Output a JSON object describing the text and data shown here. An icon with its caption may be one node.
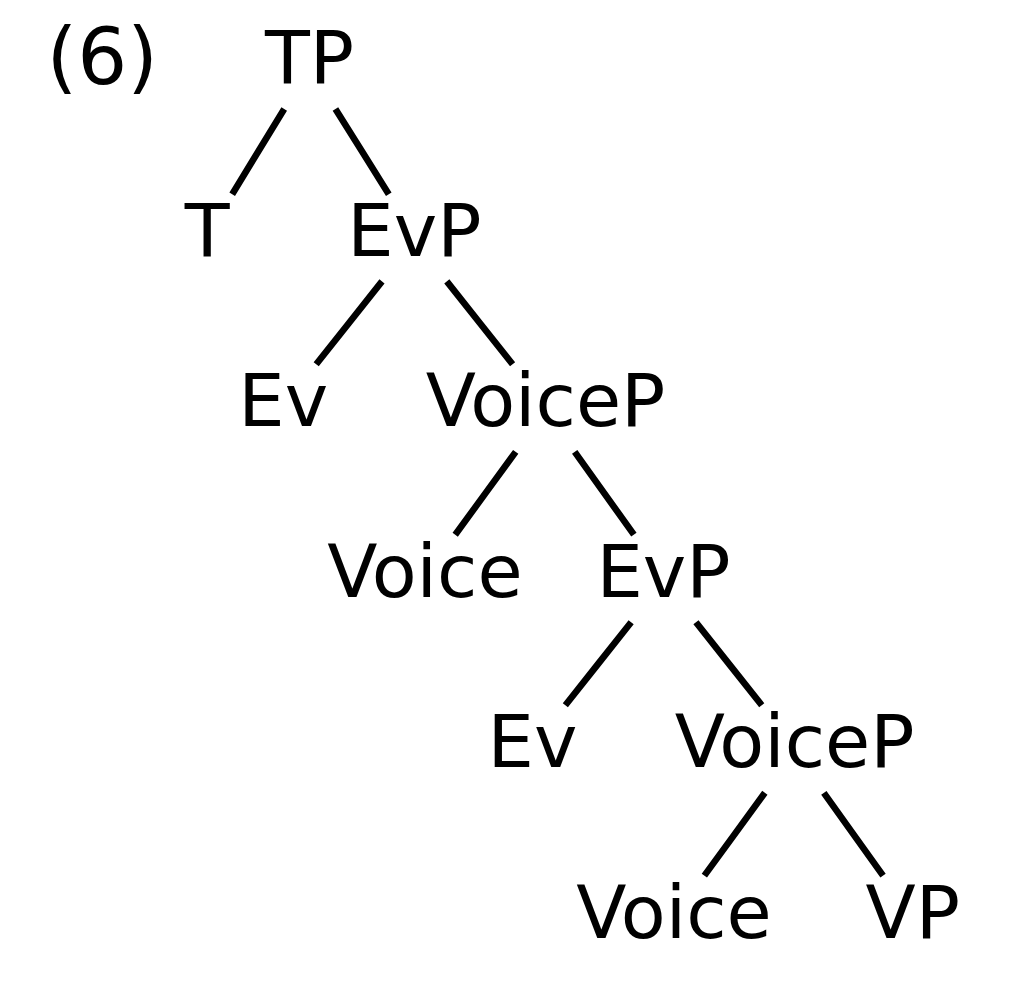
{
  "diagram": {
    "nodes": [
      {
        "text": [
          "TP"
        ]
      },
      {
        "text": [
          "T"
        ]
      },
      {
        "text": [
          "EvP"
        ]
      },
      {
        "text": [
          "Ev"
        ]
      },
      {
        "text": [
          "VoiceP"
        ]
      },
      {
        "text": [
          "Voice"
        ]
      },
      {
        "text": [
          "EvP"
        ]
      },
      {
        "text": [
          "Ev"
        ]
      },
      {
        "text": [
          "VoiceP"
        ]
      },
      {
        "text": [
          "Voice"
        ]
      },
      {
        "text": [
          "VP"
        ]
      }
    ],
    "edges": [
      {
        "from": 0,
        "to": 1,
        "arrow": "none"
      },
      {
        "from": 0,
        "to": 2,
        "arrow": "none"
      },
      {
        "from": 2,
        "to": 3,
        "arrow": "none"
      },
      {
        "from": 2,
        "to": 4,
        "arrow": "none"
      },
      {
        "from": 4,
        "to": 5,
        "arrow": "none"
      },
      {
        "from": 4,
        "to": 6,
        "arrow": "none"
      },
      {
        "from": 6,
        "to": 7,
        "arrow": "none"
      },
      {
        "from": 6,
        "to": 8,
        "arrow": "none"
      },
      {
        "from": 8,
        "to": 9,
        "arrow": "none"
      },
      {
        "from": 8,
        "to": 10,
        "arrow": "none"
      }
    ],
    "labels": [
      "(6)"
    ]
  }
}
